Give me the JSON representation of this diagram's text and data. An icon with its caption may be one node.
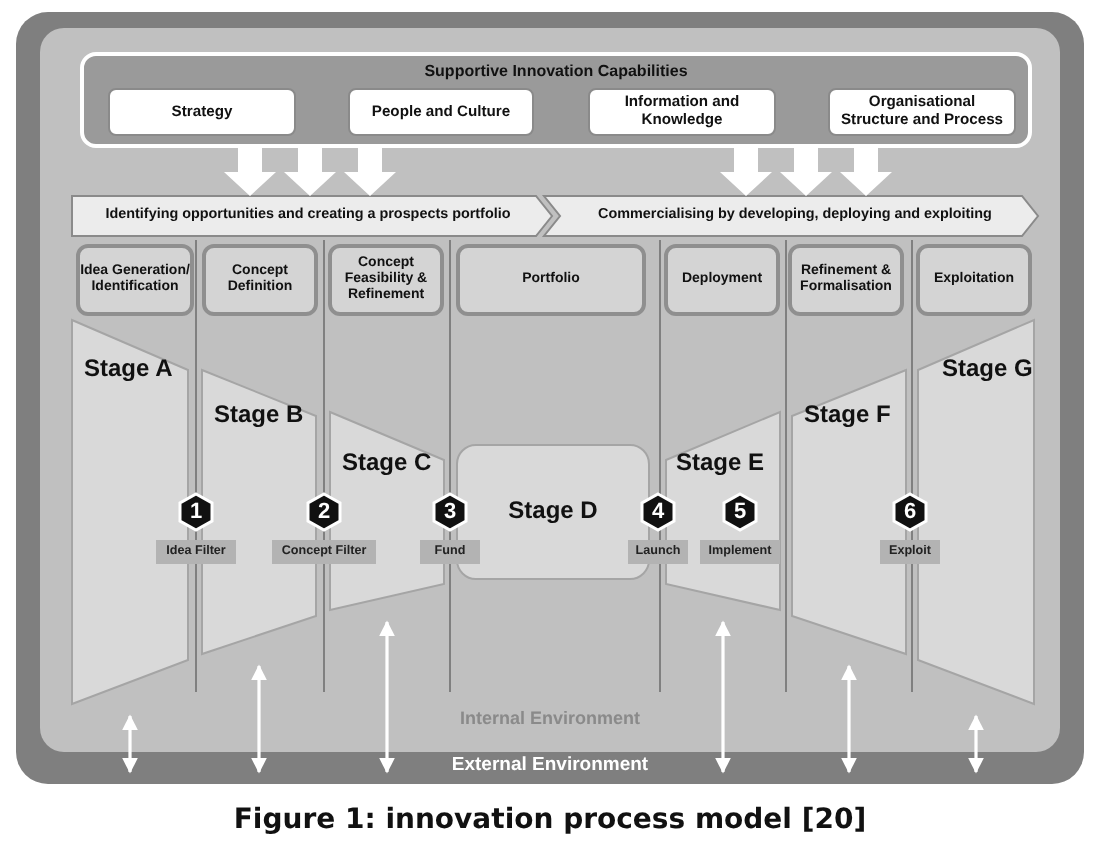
{
  "diagram": {
    "caption": "Figure 1: innovation process model [20]",
    "nodes": [
      {
        "text": [
          "External Environment"
        ]
      },
      {
        "text": [
          "Internal Environment"
        ],
        "in": 0
      },
      {
        "text": [
          "Supportive Innovation Capabilities"
        ],
        "in": 1
      },
      {
        "text": [
          "Strategy"
        ],
        "in": 2
      },
      {
        "text": [
          "People and Culture"
        ],
        "in": 2
      },
      {
        "text": [
          "Information and Knowledge"
        ],
        "in": 2
      },
      {
        "text": [
          "Organisational Structure and Process"
        ],
        "in": 2
      },
      {
        "text": [
          "Identifying opportunities and creating a prospects portfolio"
        ],
        "in": 1
      },
      {
        "text": [
          "Commercialising by developing, deploying and exploiting"
        ],
        "in": 1
      },
      {
        "text": [
          "Idea Generation/ Identification"
        ],
        "in": 1
      },
      {
        "text": [
          "Concept Definition"
        ],
        "in": 1
      },
      {
        "text": [
          "Concept Feasibility & Refinement"
        ],
        "in": 1
      },
      {
        "text": [
          "Portfolio"
        ],
        "in": 1
      },
      {
        "text": [
          "Deployment"
        ],
        "in": 1
      },
      {
        "text": [
          "Refinement & Formalisation"
        ],
        "in": 1
      },
      {
        "text": [
          "Exploitation"
        ],
        "in": 1
      },
      {
        "text": [
          "Stage A"
        ],
        "in": 1
      },
      {
        "text": [
          "Stage B"
        ],
        "in": 1
      },
      {
        "text": [
          "Stage C"
        ],
        "in": 1
      },
      {
        "text": [
          "Stage D"
        ],
        "in": 1
      },
      {
        "text": [
          "Stage E"
        ],
        "in": 1
      },
      {
        "text": [
          "Stage F"
        ],
        "in": 1
      },
      {
        "text": [
          "Stage G"
        ],
        "in": 1
      },
      {
        "text": [
          "1"
        ],
        "in": 1
      },
      {
        "text": [
          "2"
        ],
        "in": 1
      },
      {
        "text": [
          "3"
        ],
        "in": 1
      },
      {
        "text": [
          "4"
        ],
        "in": 1
      },
      {
        "text": [
          "5"
        ],
        "in": 20
      },
      {
        "text": [
          "6"
        ],
        "in": 1
      }
    ],
    "labels": [
      "Idea Filter",
      "Concept Filter",
      "Fund",
      "Launch",
      "Implement",
      "Exploit"
    ],
    "edges": [
      {
        "from": 2,
        "to": 7,
        "arrow": "to",
        "style": "thick"
      },
      {
        "from": 2,
        "to": 7,
        "arrow": "to",
        "style": "thick"
      },
      {
        "from": 2,
        "to": 7,
        "arrow": "to",
        "style": "thick"
      },
      {
        "from": 2,
        "to": 8,
        "arrow": "to",
        "style": "thick"
      },
      {
        "from": 2,
        "to": 8,
        "arrow": "to",
        "style": "thick"
      },
      {
        "from": 2,
        "to": 8,
        "arrow": "to",
        "style": "thick"
      },
      {
        "from": 16,
        "to": 0,
        "arrow": "both"
      },
      {
        "from": 17,
        "to": 0,
        "arrow": "both"
      },
      {
        "from": 18,
        "to": 0,
        "arrow": "both"
      },
      {
        "from": 20,
        "to": 0,
        "arrow": "both"
      },
      {
        "from": 21,
        "to": 0,
        "arrow": "both"
      },
      {
        "from": 22,
        "to": 0,
        "arrow": "both"
      }
    ]
  }
}
